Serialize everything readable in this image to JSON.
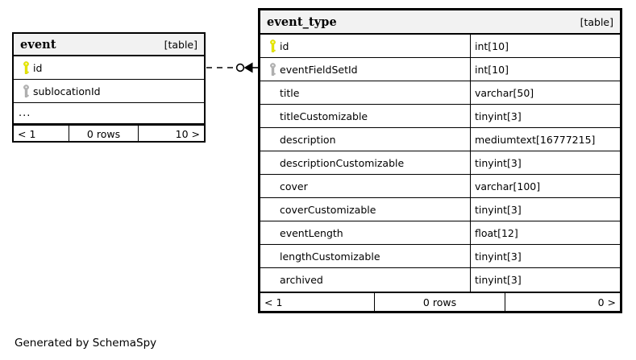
{
  "diagram": {
    "caption": "Generated by SchemaSpy",
    "table_tag": "[table]",
    "ellipsis": "...",
    "colors": {
      "primary_key": "#e8e800",
      "foreign_key": "#b3b3b3",
      "border": "#000000",
      "header_bg": "#f2f2f2",
      "body_bg": "#ffffff"
    }
  },
  "tables": [
    {
      "id": "event",
      "name": "event",
      "tag": "[table]",
      "columns": [
        {
          "key": "primary-key-icon",
          "name": "id",
          "type": ""
        },
        {
          "key": "foreign-key-icon",
          "name": "sublocationId",
          "type": ""
        },
        {
          "key": "none",
          "name": "...",
          "type": ""
        }
      ],
      "footer": {
        "prev": "< 1",
        "rows": "0 rows",
        "next": "10 >"
      }
    },
    {
      "id": "event_type",
      "name": "event_type",
      "tag": "[table]",
      "columns": [
        {
          "key": "primary-key-icon",
          "name": "id",
          "type": "int[10]"
        },
        {
          "key": "foreign-key-icon",
          "name": "eventFieldSetId",
          "type": "int[10]"
        },
        {
          "key": "none",
          "name": "title",
          "type": "varchar[50]"
        },
        {
          "key": "none",
          "name": "titleCustomizable",
          "type": "tinyint[3]"
        },
        {
          "key": "none",
          "name": "description",
          "type": "mediumtext[16777215]"
        },
        {
          "key": "none",
          "name": "descriptionCustomizable",
          "type": "tinyint[3]"
        },
        {
          "key": "none",
          "name": "cover",
          "type": "varchar[100]"
        },
        {
          "key": "none",
          "name": "coverCustomizable",
          "type": "tinyint[3]"
        },
        {
          "key": "none",
          "name": "eventLength",
          "type": "float[12]"
        },
        {
          "key": "none",
          "name": "lengthCustomizable",
          "type": "tinyint[3]"
        },
        {
          "key": "none",
          "name": "archived",
          "type": "tinyint[3]"
        }
      ],
      "footer": {
        "prev": "< 1",
        "rows": "0 rows",
        "next": "0 >"
      }
    }
  ],
  "relationship": {
    "from_table": "event",
    "from_column": "id",
    "to_table": "event_type",
    "to_column": "eventFieldSetId",
    "line_style": "dashed",
    "source_marker": "zero-or-one-circle",
    "target_marker": "crows-foot"
  }
}
